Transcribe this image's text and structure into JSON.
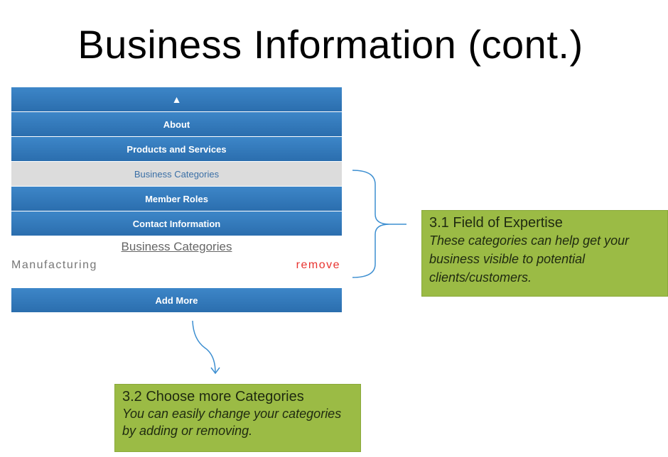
{
  "title": "Business Information (cont.)",
  "nav": {
    "up_arrow": "▲",
    "items": [
      {
        "label": "About",
        "active": false
      },
      {
        "label": "Products and Services",
        "active": false
      },
      {
        "label": "Business Categories",
        "active": true
      },
      {
        "label": "Member Roles",
        "active": false
      },
      {
        "label": "Contact Information",
        "active": false
      }
    ]
  },
  "categories_section": {
    "heading": "Business Categories",
    "items": [
      {
        "name": "Manufacturing",
        "remove_label": "remove"
      }
    ],
    "add_more_label": "Add More"
  },
  "callouts": {
    "field_of_expertise": {
      "title": "3.1  Field of Expertise",
      "body": "These categories can help get your business visible to potential clients/customers."
    },
    "choose_more": {
      "title": "3.2 Choose more Categories",
      "body": "You can easily change your categories by adding or removing."
    }
  },
  "colors": {
    "nav_blue": "#2f75b8",
    "active_gray": "#dcdcdc",
    "remove_red": "#e8332f",
    "callout_green": "#9bbb45",
    "arrow_blue": "#3d8fd1"
  }
}
